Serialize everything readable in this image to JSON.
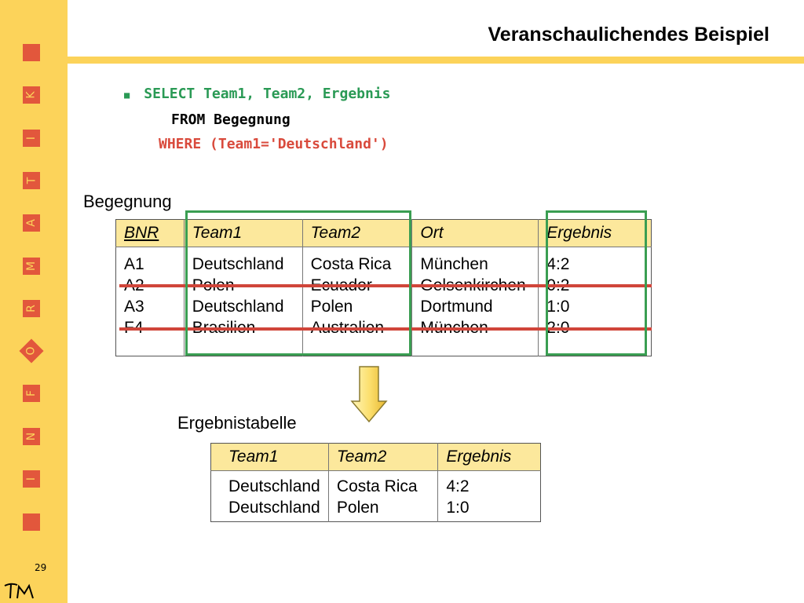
{
  "slide": {
    "title": "Veranschaulichendes Beispiel",
    "page_number": "29"
  },
  "sidebar": {
    "letters": [
      "K",
      "I",
      "T",
      "A",
      "M",
      "R",
      "O",
      "F",
      "N",
      "I"
    ],
    "brand_text": "INFORMATIK",
    "logo": "TM",
    "colors": {
      "background": "#fcd35a",
      "accent": "#e2573c"
    }
  },
  "sql": {
    "line1": "SELECT Team1, Team2, Ergebnis",
    "line2": "FROM Begegnung",
    "line3": "WHERE (Team1='Deutschland')"
  },
  "begegnung": {
    "label": "Begegnung",
    "headers": [
      "BNR",
      "Team1",
      "Team2",
      "Ort",
      "Ergebnis"
    ],
    "rows": [
      [
        "A1",
        "Deutschland",
        "Costa Rica",
        "München",
        "4:2"
      ],
      [
        "A2",
        "Polen",
        "Ecuador",
        "Gelsenkirchen",
        "0:2"
      ],
      [
        "A3",
        "Deutschland",
        "Polen",
        "Dortmund",
        "1:0"
      ],
      [
        "F4",
        "Brasilien",
        "Australien",
        "München",
        "2:0"
      ]
    ]
  },
  "ergebnistabelle": {
    "label": "Ergebnistabelle",
    "headers": [
      "Team1",
      "Team2",
      "Ergebnis"
    ],
    "rows": [
      [
        "Deutschland",
        "Costa Rica",
        "4:2"
      ],
      [
        "Deutschland",
        "Polen",
        "1:0"
      ]
    ]
  },
  "colors": {
    "select_green": "#2a9a55",
    "where_red": "#d94a3c",
    "selection_box": "#3a9e52",
    "strike_line": "#d0453a",
    "header_fill": "#fce89c"
  }
}
